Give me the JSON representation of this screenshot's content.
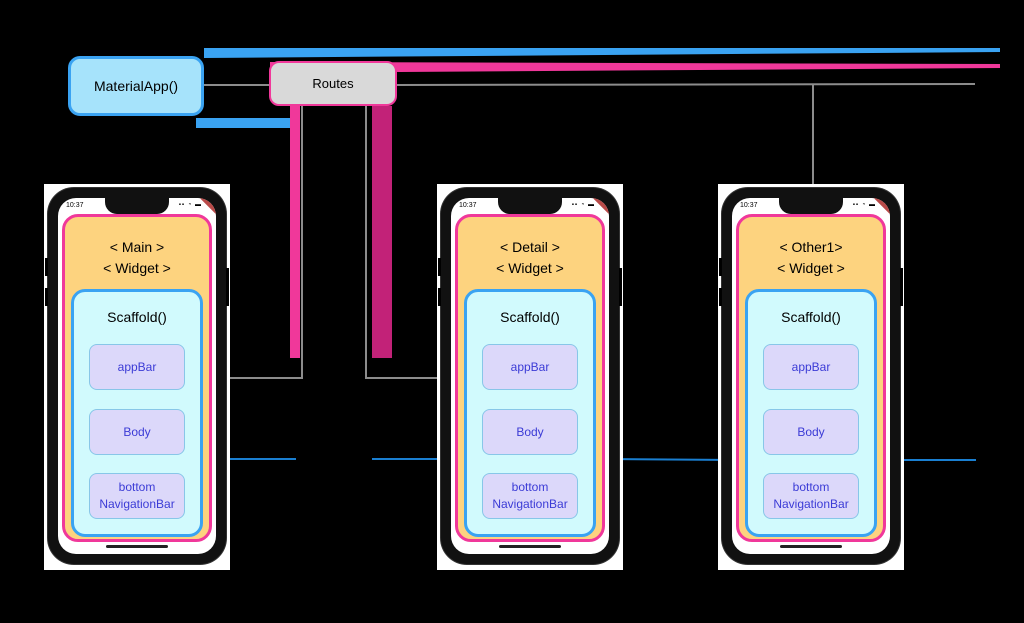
{
  "material_app": {
    "label": "MaterialApp()"
  },
  "routes": {
    "label": "Routes"
  },
  "phones": [
    {
      "time": "10:37",
      "widget_line1": "< Main >",
      "widget_line2": "< Widget >",
      "scaffold": "Scaffold()",
      "slots": [
        "appBar",
        "Body",
        "bottom\nNavigationBar"
      ]
    },
    {
      "time": "10:37",
      "widget_line1": "< Detail >",
      "widget_line2": "< Widget >",
      "scaffold": "Scaffold()",
      "slots": [
        "appBar",
        "Body",
        "bottom\nNavigationBar"
      ]
    },
    {
      "time": "10:37",
      "widget_line1": "< Other1>",
      "widget_line2": "< Widget >",
      "scaffold": "Scaffold()",
      "slots": [
        "appBar",
        "Body",
        "bottom\nNavigationBar"
      ]
    }
  ],
  "colors": {
    "background": "#000000",
    "widget_fill": "#fdd37f",
    "widget_border": "#f0389a",
    "scaffold_fill": "#d1fafd",
    "scaffold_border": "#3aa3f2",
    "slot_fill": "#dcd8fa",
    "slot_text": "#3b3bd6",
    "routes_fill": "#d9d9d9",
    "material_fill": "#a6e3fb",
    "wire_blue": "#1a7fd1",
    "wire_pink": "#f0389a",
    "wire_gray": "#8c8c8c"
  }
}
